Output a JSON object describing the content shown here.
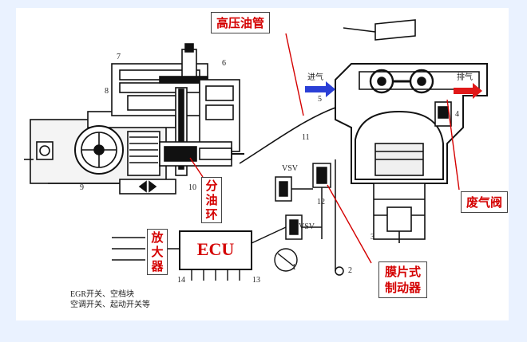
{
  "labels": {
    "high_pressure_pipe": "高压油管",
    "waste_gate": "废气阀",
    "diaphragm_actuator_line1": "膜片式",
    "diaphragm_actuator_line2": "制动器",
    "distributor_ring": "分油环",
    "amplifier": "放大器",
    "ecu": "ECU"
  },
  "diagram_text": {
    "intake": "进气",
    "exhaust": "排气",
    "vsv_top": "VSV",
    "vsv_bottom": "VSV",
    "footnote_line1": "EGR开关、空档块",
    "footnote_line2": "空调开关、起动开关等"
  },
  "part_numbers": [
    "7",
    "6",
    "8",
    "9",
    "10",
    "11",
    "12",
    "5",
    "4",
    "3",
    "2",
    "1",
    "13",
    "14"
  ],
  "colors": {
    "label_text": "#d40000",
    "arrow_fill": "#2a3fd6",
    "exhaust_arrow": "#e01818",
    "label_border": "#444444",
    "background": "#ffffff",
    "band": "#eaf2ff"
  }
}
